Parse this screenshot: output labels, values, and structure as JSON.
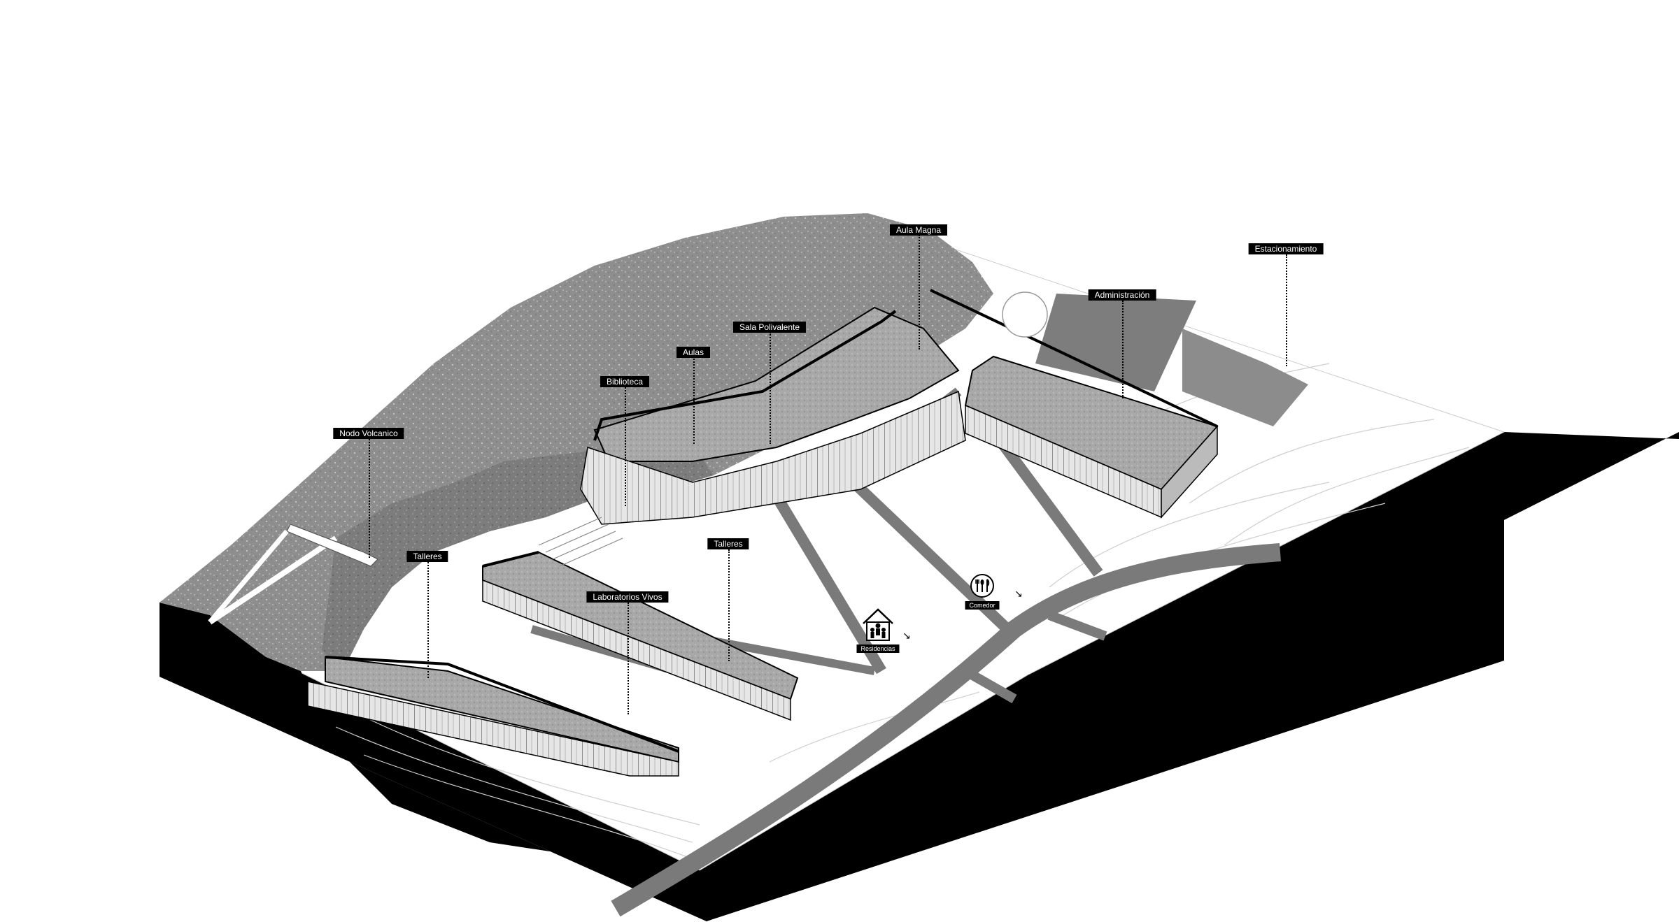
{
  "diagram": {
    "labels": {
      "aula_magna": "Aula Magna",
      "estacionamiento": "Estacionamiento",
      "administracion": "Administración",
      "sala_polivalente": "Sala Polivalente",
      "aulas": "Aulas",
      "biblioteca": "Biblioteca",
      "nodo_volcanico": "Nodo Volcanico",
      "talleres_left": "Talleres",
      "talleres_mid": "Talleres",
      "laboratorios_vivos": "Laboratorios Vivos",
      "comedor": "Comedor",
      "residencias": "Residencias"
    },
    "icons": {
      "comedor": "cutlery-icon",
      "residencias": "house-people-icon"
    },
    "colors": {
      "terrain_dark": "#000000",
      "hill": "#8f8f8f",
      "paths": "#7a7a7a",
      "ground": "#ffffff",
      "label_bg": "#000000",
      "label_text": "#ffffff"
    }
  }
}
